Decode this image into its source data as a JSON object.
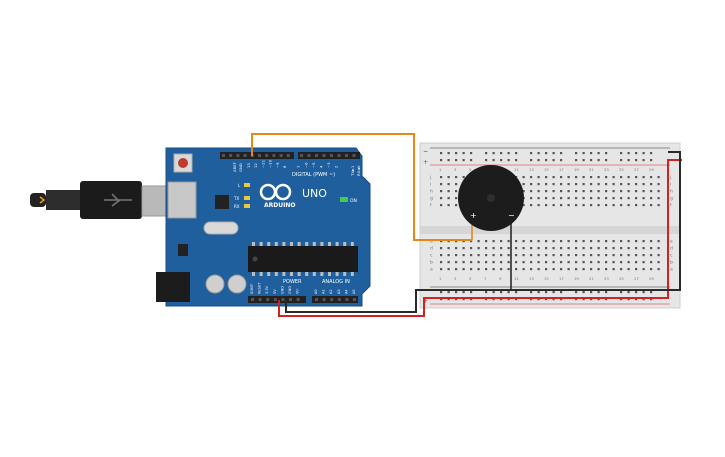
{
  "arduino": {
    "brand": "ARDUINO",
    "model": "UNO",
    "digital_label": "DIGITAL (PWM ~)",
    "power_label": "POWER",
    "analog_label": "ANALOG IN",
    "on_label": "ON",
    "led_l": "L",
    "led_tx": "TX",
    "led_rx": "RX",
    "aref": "AREF",
    "gnd": "GND",
    "rx0": "RX◄0",
    "tx1": "TX►1",
    "digital_pins": [
      "13",
      "12",
      "~11",
      "~10",
      "~9",
      "8",
      "7",
      "~6",
      "~5",
      "4",
      "~3",
      "2"
    ],
    "power_pins": [
      "IOREF",
      "RESET",
      "3.3V",
      "5V",
      "GND",
      "GND",
      "Vin"
    ],
    "analog_pins": [
      "A0",
      "A1",
      "A2",
      "A3",
      "A4",
      "A5"
    ]
  },
  "breadboard": {
    "rail_minus": "−",
    "rail_plus": "+",
    "row_letters_top": [
      "j",
      "i",
      "h",
      "g",
      "f"
    ],
    "row_letters_bottom": [
      "e",
      "d",
      "c",
      "b",
      "a"
    ],
    "col_numbers": [
      "1",
      "3",
      "5",
      "7",
      "9",
      "11",
      "13",
      "15",
      "17",
      "19",
      "21",
      "23",
      "25",
      "27",
      "29"
    ]
  },
  "buzzer": {
    "plus_label": "+",
    "minus_label": "−"
  },
  "colors": {
    "board": "#1f5f9e",
    "board_edge": "#174d82",
    "breadboard": "#e6e6e6",
    "wire_orange": "#e8861a",
    "wire_red": "#d42020",
    "wire_black": "#2a2a2a",
    "header": "#222222"
  }
}
